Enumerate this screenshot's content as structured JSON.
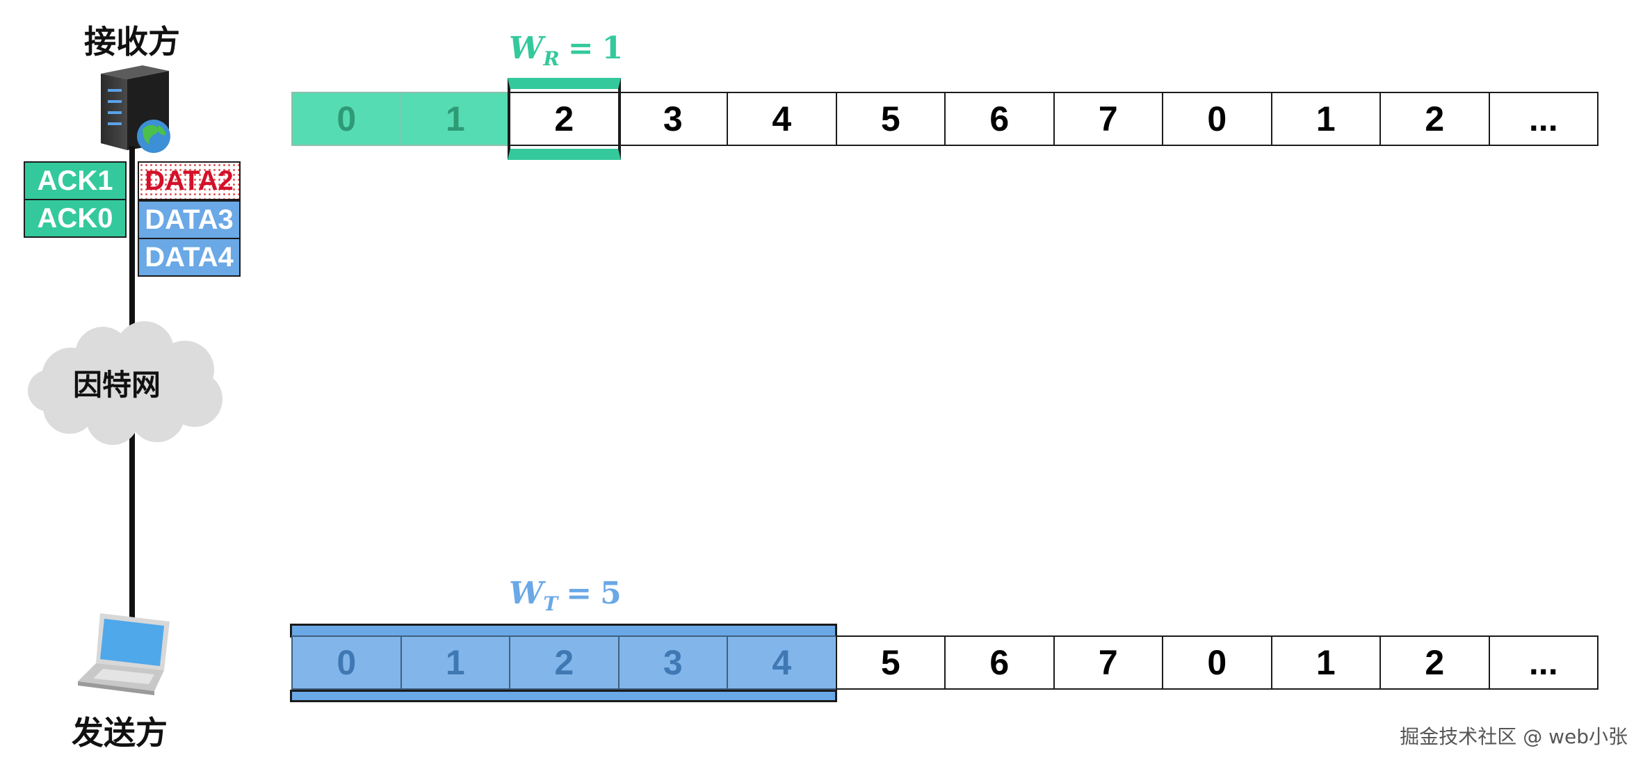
{
  "receiver": {
    "label": "接收方"
  },
  "sender": {
    "label": "发送方"
  },
  "network": {
    "label": "因特网"
  },
  "receiver_window": {
    "symbol": "W",
    "subscript": "R",
    "equals": "=",
    "value": "1",
    "color": "#34c99c"
  },
  "sender_window": {
    "symbol": "W",
    "subscript": "T",
    "equals": "=",
    "value": "5",
    "color": "#6aa8e6"
  },
  "ack_packets": [
    {
      "label": "ACK1"
    },
    {
      "label": "ACK0"
    }
  ],
  "data_packets": [
    {
      "label": "DATA2",
      "status": "lost"
    },
    {
      "label": "DATA3",
      "status": "normal"
    },
    {
      "label": "DATA4",
      "status": "normal"
    }
  ],
  "receiver_sequence": [
    "0",
    "1",
    "2",
    "3",
    "4",
    "5",
    "6",
    "7",
    "0",
    "1",
    "2",
    "..."
  ],
  "sender_sequence": [
    "0",
    "1",
    "2",
    "3",
    "4",
    "5",
    "6",
    "7",
    "0",
    "1",
    "2",
    "..."
  ],
  "receiver_received_count": 2,
  "receiver_window_start": 2,
  "receiver_window_size": 1,
  "sender_window_start": 0,
  "sender_window_size": 5,
  "colors": {
    "ack": "#34c99c",
    "data": "#6aa8e6",
    "lost_text": "#d3102a"
  },
  "watermark": "掘金技术社区 @ web小张"
}
